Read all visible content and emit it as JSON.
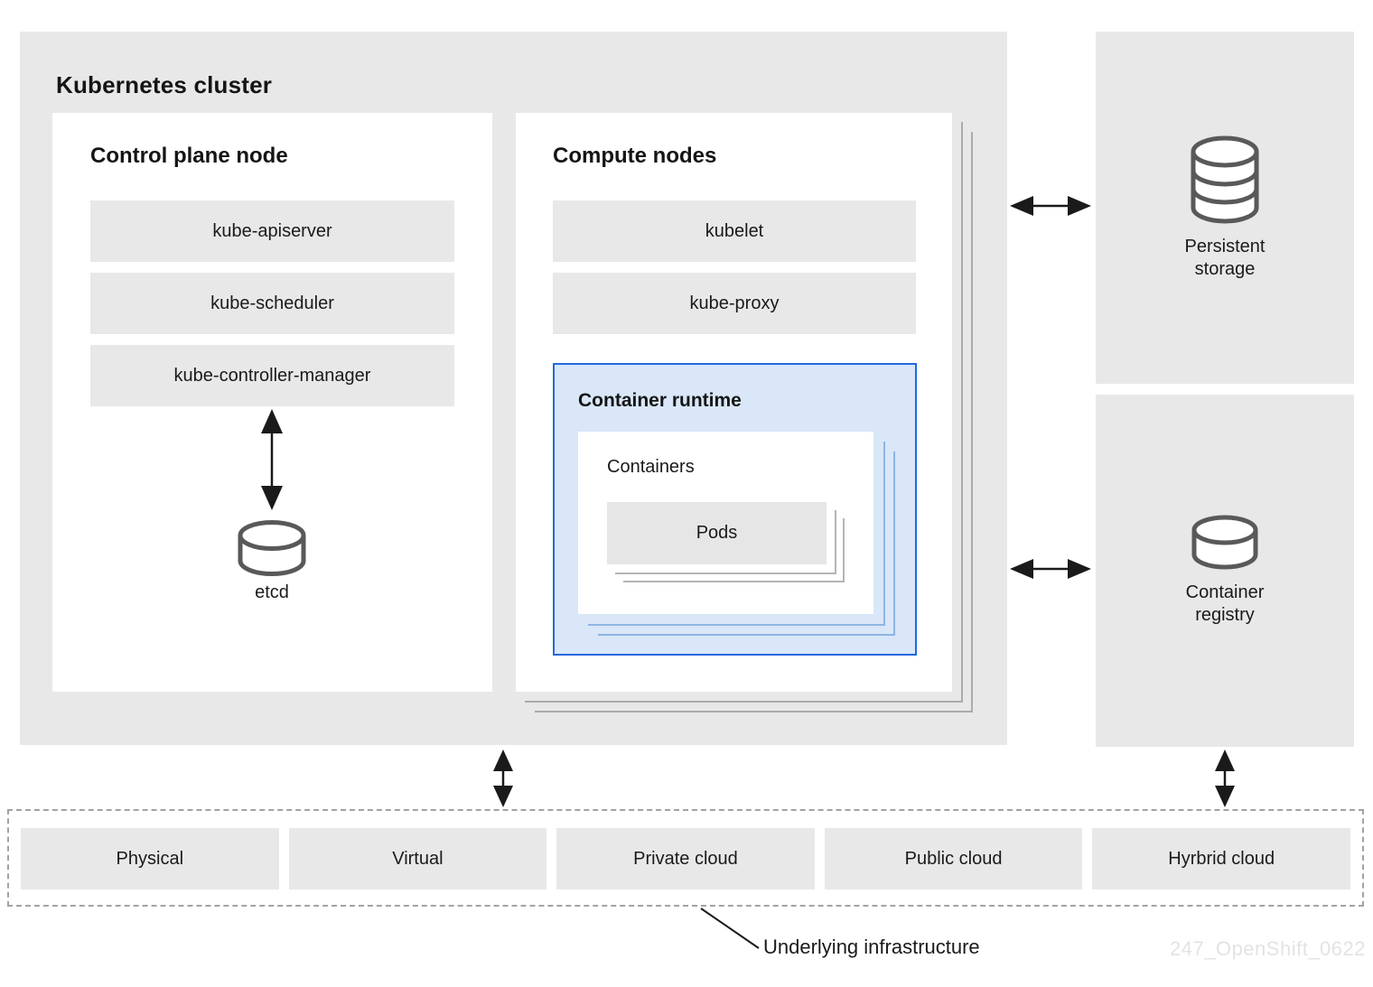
{
  "cluster": {
    "title": "Kubernetes cluster",
    "control_plane": {
      "title": "Control plane node",
      "components": [
        "kube-apiserver",
        "kube-scheduler",
        "kube-controller-manager"
      ],
      "datastore": "etcd"
    },
    "compute": {
      "title": "Compute nodes",
      "components": [
        "kubelet",
        "kube-proxy"
      ],
      "runtime": {
        "title": "Container runtime",
        "containers_label": "Containers",
        "pods_label": "Pods"
      }
    }
  },
  "external": {
    "persistent_storage_label": "Persistent storage",
    "container_registry_label": "Container registry"
  },
  "infrastructure": {
    "caption": "Underlying infrastructure",
    "items": [
      "Physical",
      "Virtual",
      "Private cloud",
      "Public cloud",
      "Hyrbrid cloud"
    ]
  },
  "watermark": "247_OpenShift_0622",
  "colors": {
    "panel_gray": "#e8e8e8",
    "runtime_fill": "#d9e7f8",
    "runtime_border": "#2169e0",
    "stack_shadow_gray": "#ababab",
    "stack_shadow_blue": "#8fb4e3",
    "icon_stroke": "#595959",
    "arrow": "#1a1a1a"
  }
}
